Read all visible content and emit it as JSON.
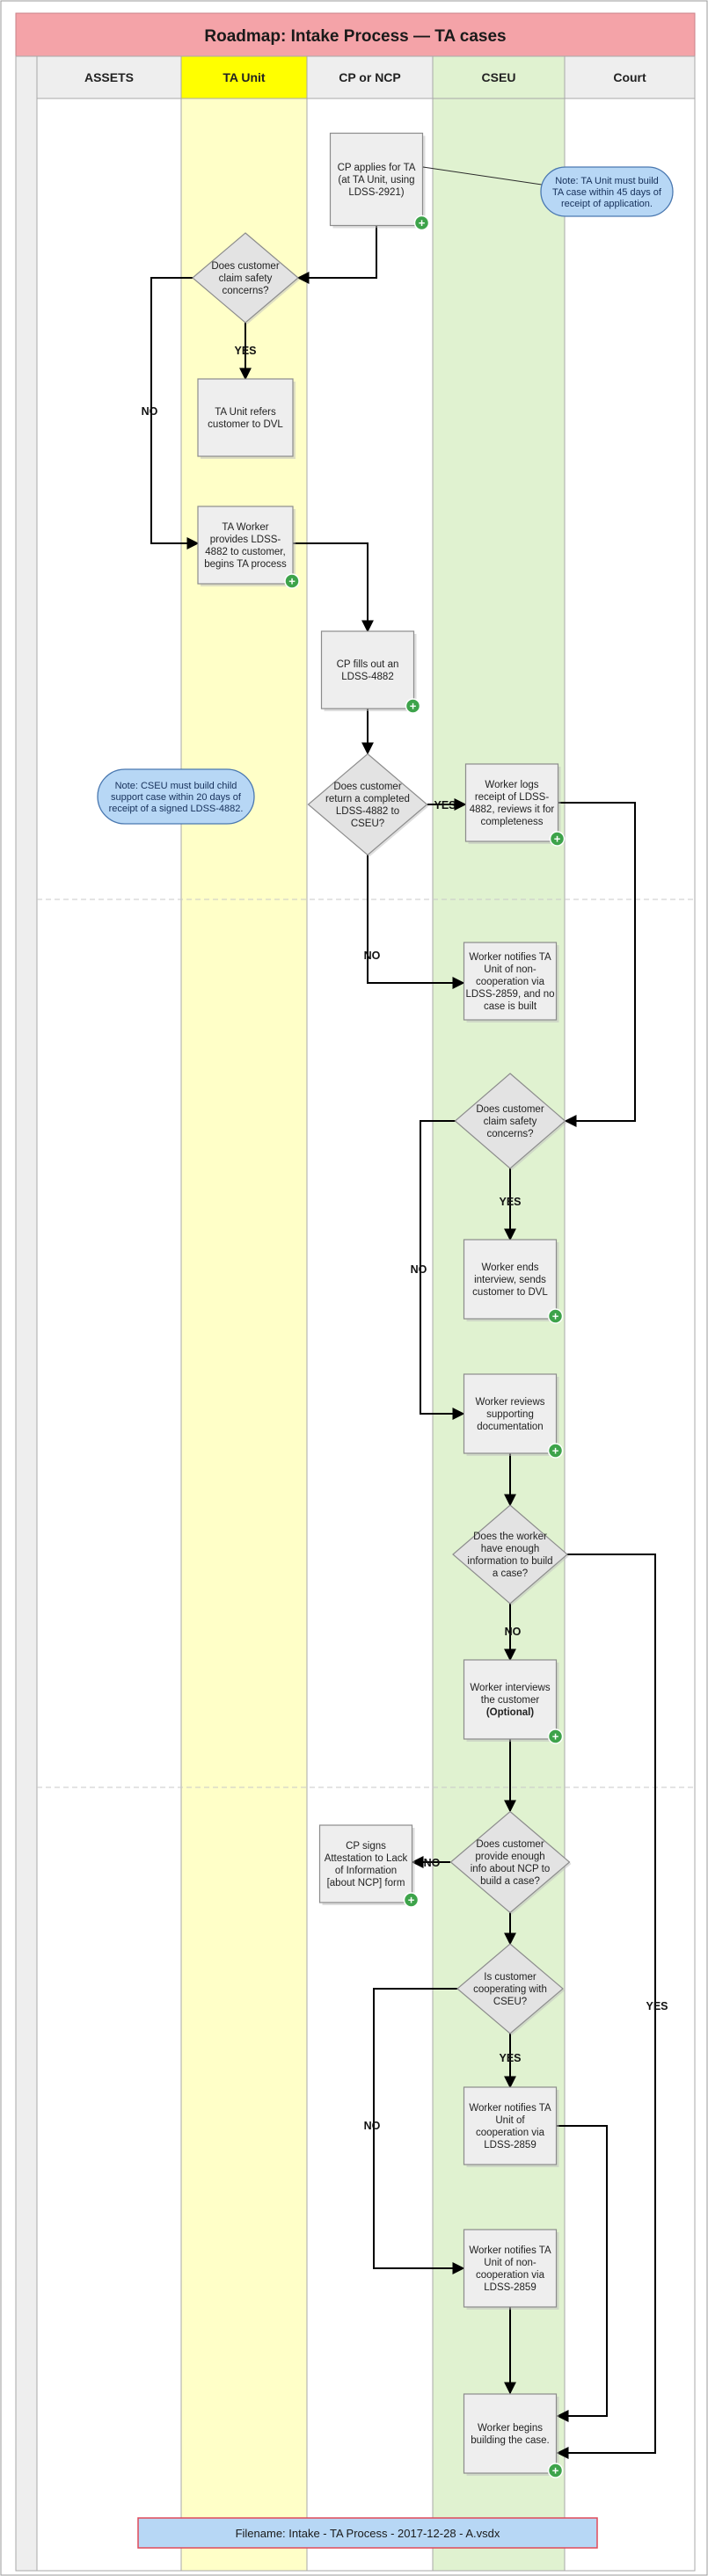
{
  "title": "Roadmap:  Intake Process — TA cases",
  "lanes": [
    {
      "id": "assets",
      "label": "ASSETS",
      "color": "#ffffff",
      "header_color": "#eeeeee"
    },
    {
      "id": "taunit",
      "label": "TA Unit",
      "color": "#ffffc8",
      "header_color": "#ffff00"
    },
    {
      "id": "cpncp",
      "label": "CP or NCP",
      "color": "#ffffff",
      "header_color": "#eeeeee"
    },
    {
      "id": "cseu",
      "label": "CSEU",
      "color": "#e0f2d0",
      "header_color": "#e0f2d0"
    },
    {
      "id": "court",
      "label": "Court",
      "color": "#ffffff",
      "header_color": "#eeeeee"
    }
  ],
  "nodes": [
    {
      "id": "cp_applies",
      "type": "process",
      "plus": true,
      "lines": [
        "CP applies for TA",
        "(at TA Unit, using",
        "LDSS-2921)"
      ]
    },
    {
      "id": "safety1",
      "type": "decision",
      "lines": [
        "Does customer",
        "claim safety",
        "concerns?"
      ]
    },
    {
      "id": "refer_dvl",
      "type": "process",
      "plus": false,
      "lines": [
        "TA Unit refers",
        "customer to DVL"
      ]
    },
    {
      "id": "ta_worker",
      "type": "process",
      "plus": true,
      "lines": [
        "TA Worker",
        "provides LDSS-",
        "4882 to customer,",
        "begins TA process"
      ]
    },
    {
      "id": "cp_fills",
      "type": "process",
      "plus": true,
      "lines": [
        "CP fills out an",
        "LDSS-4882"
      ]
    },
    {
      "id": "return_q",
      "type": "decision",
      "lines": [
        "Does customer",
        "return a completed",
        "LDSS-4882 to",
        "CSEU?"
      ]
    },
    {
      "id": "logs",
      "type": "process",
      "plus": true,
      "lines": [
        "Worker logs",
        "receipt of LDSS-",
        "4882, reviews it for",
        "completeness"
      ]
    },
    {
      "id": "notify_non1",
      "type": "process",
      "plus": false,
      "lines": [
        "Worker notifies TA",
        "Unit of non-",
        "cooperation via",
        "LDSS-2859, and no",
        "case is built"
      ]
    },
    {
      "id": "safety2",
      "type": "decision",
      "lines": [
        "Does customer",
        "claim safety",
        "concerns?"
      ]
    },
    {
      "id": "ends_interview",
      "type": "process",
      "plus": true,
      "lines": [
        "Worker ends",
        "interview, sends",
        "customer to DVL"
      ]
    },
    {
      "id": "reviews_docs",
      "type": "process",
      "plus": true,
      "lines": [
        "Worker reviews",
        "supporting",
        "documentation"
      ]
    },
    {
      "id": "enough_info",
      "type": "decision",
      "lines": [
        "Does the worker",
        "have enough",
        "information to build",
        "a case?"
      ]
    },
    {
      "id": "interviews",
      "type": "process",
      "plus": true,
      "lines": [
        "Worker interviews",
        "the customer"
      ],
      "bold_line": "(Optional)"
    },
    {
      "id": "ncp_info",
      "type": "decision",
      "lines": [
        "Does customer",
        "provide enough",
        "info about NCP to",
        "build a case?"
      ]
    },
    {
      "id": "attestation",
      "type": "process",
      "plus": true,
      "lines": [
        "CP signs",
        "Attestation to Lack",
        "of Information",
        "[about NCP] form"
      ]
    },
    {
      "id": "cooperating",
      "type": "decision",
      "lines": [
        "Is customer",
        "cooperating with",
        "CSEU?"
      ]
    },
    {
      "id": "notify_coop",
      "type": "process",
      "plus": false,
      "lines": [
        "Worker notifies TA",
        "Unit of",
        "cooperation via",
        "LDSS-2859"
      ]
    },
    {
      "id": "notify_non2",
      "type": "process",
      "plus": false,
      "lines": [
        "Worker notifies TA",
        "Unit of non-",
        "cooperation via",
        "LDSS-2859"
      ]
    },
    {
      "id": "begins",
      "type": "process",
      "plus": true,
      "lines": [
        "Worker begins",
        "building the case."
      ]
    }
  ],
  "notes": [
    {
      "id": "note45",
      "lines": [
        "Note: TA Unit must build",
        "TA case within 45 days of",
        "receipt of application."
      ]
    },
    {
      "id": "note20",
      "lines": [
        "Note: CSEU must build child",
        "support case within 20 days of",
        "receipt of a signed LDSS-4882."
      ]
    }
  ],
  "edge_labels": {
    "yes": "YES",
    "no": "NO"
  },
  "filename": "Filename:  Intake - TA Process - 2017-12-28 - A.vsdx"
}
